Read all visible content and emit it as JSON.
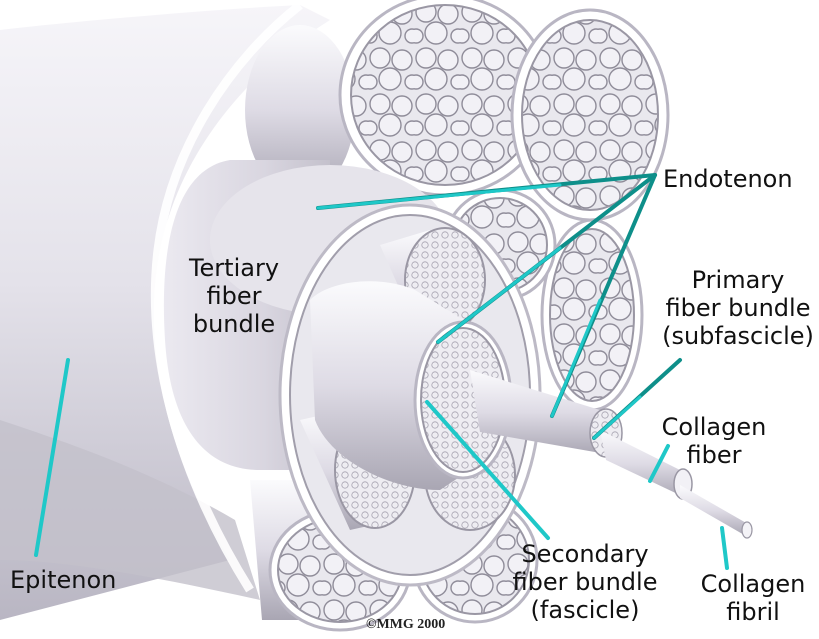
{
  "labels": {
    "endotenon": "Endotenon",
    "tertiary_1": "Tertiary",
    "tertiary_2": "fiber",
    "tertiary_3": "bundle",
    "primary_1": "Primary",
    "primary_2": "fiber bundle",
    "primary_3": "(subfascicle)",
    "collagen_fiber_1": "Collagen",
    "collagen_fiber_2": "fiber",
    "epitenon": "Epitenon",
    "secondary_1": "Secondary",
    "secondary_2": "fiber bundle",
    "secondary_3": "(fascicle)",
    "collagen_fibril_1": "Collagen",
    "collagen_fibril_2": "fibril"
  },
  "copyright": "©MMG 2000",
  "colors": {
    "leader_line": "#1fc8c8",
    "endotenon_line": "#0e8f8a",
    "tissue_light": "#efedf4",
    "tissue_mid": "#d6d3de",
    "tissue_dark": "#a9a6b3",
    "fiber_pattern": "#8f8c99"
  }
}
